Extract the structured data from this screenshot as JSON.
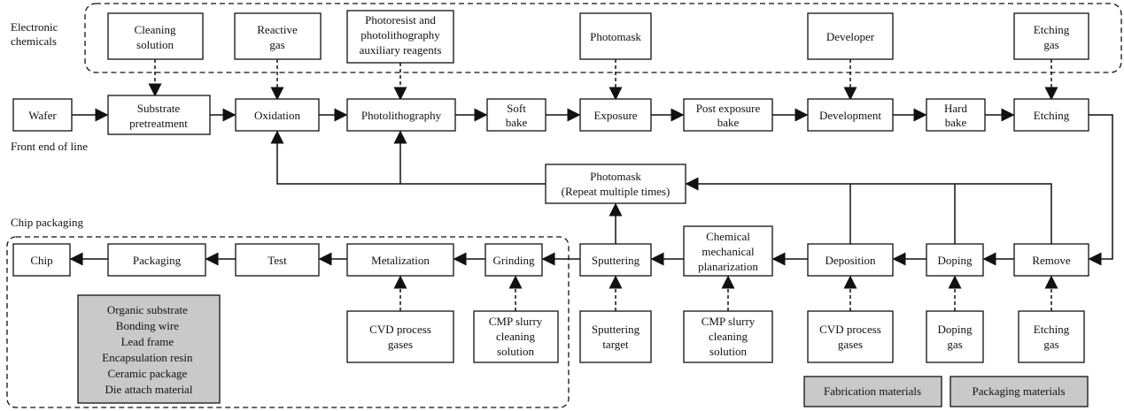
{
  "labels": {
    "electronic_chemicals": [
      "Electronic",
      "chemicals"
    ],
    "front_end_of_line": "Front end of line",
    "chip_packaging": "Chip packaging"
  },
  "chemicals_top": {
    "cleaning_solution": [
      "Cleaning",
      "solution"
    ],
    "reactive_gas": [
      "Reactive",
      "gas"
    ],
    "photoresist": [
      "Photoresist and",
      "photolithography",
      "auxiliary reagents"
    ],
    "photomask": [
      "Photomask"
    ],
    "developer": [
      "Developer"
    ],
    "etching_gas": [
      "Etching",
      "gas"
    ]
  },
  "front_end": {
    "wafer": [
      "Wafer"
    ],
    "substrate_pretreatment": [
      "Substrate",
      "pretreatment"
    ],
    "oxidation": [
      "Oxidation"
    ],
    "photolithography": [
      "Photolithography"
    ],
    "soft_bake": [
      "Soft",
      "bake"
    ],
    "exposure": [
      "Exposure"
    ],
    "post_exposure_bake": [
      "Post exposure",
      "bake"
    ],
    "development": [
      "Development"
    ],
    "hard_bake": [
      "Hard",
      "bake"
    ],
    "etching": [
      "Etching"
    ]
  },
  "repeat_box": [
    "Photomask",
    "(Repeat multiple times)"
  ],
  "back_end": {
    "remove": [
      "Remove"
    ],
    "doping": [
      "Doping"
    ],
    "deposition": [
      "Deposition"
    ],
    "cmp": [
      "Chemical",
      "mechanical",
      "planarization"
    ],
    "sputtering": [
      "Sputtering"
    ]
  },
  "packaging_steps": {
    "grinding": [
      "Grinding"
    ],
    "metalization": [
      "Metalization"
    ],
    "test": [
      "Test"
    ],
    "packaging": [
      "Packaging"
    ],
    "chip": [
      "Chip"
    ]
  },
  "chemicals_bottom": {
    "cvd_gases_a": [
      "CVD process",
      "gases"
    ],
    "cmp_slurry_a": [
      "CMP slurry",
      "cleaning",
      "solution"
    ],
    "sputtering_target": [
      "Sputtering",
      "target"
    ],
    "cmp_slurry_b": [
      "CMP slurry",
      "cleaning",
      "solution"
    ],
    "cvd_gases_b": [
      "CVD process",
      "gases"
    ],
    "doping_gas": [
      "Doping",
      "gas"
    ],
    "etching_gas_b": [
      "Etching",
      "gas"
    ]
  },
  "packaging_materials_list": [
    "Organic substrate",
    "Bonding wire",
    "Lead frame",
    "Encapsulation resin",
    "Ceramic package",
    "Die attach material"
  ],
  "legend": {
    "fabrication": "Fabrication materials",
    "packaging": "Packaging materials"
  },
  "colors": {
    "stroke": "#111111",
    "gray_fill": "#c9c9c9",
    "background": "#ffffff"
  }
}
